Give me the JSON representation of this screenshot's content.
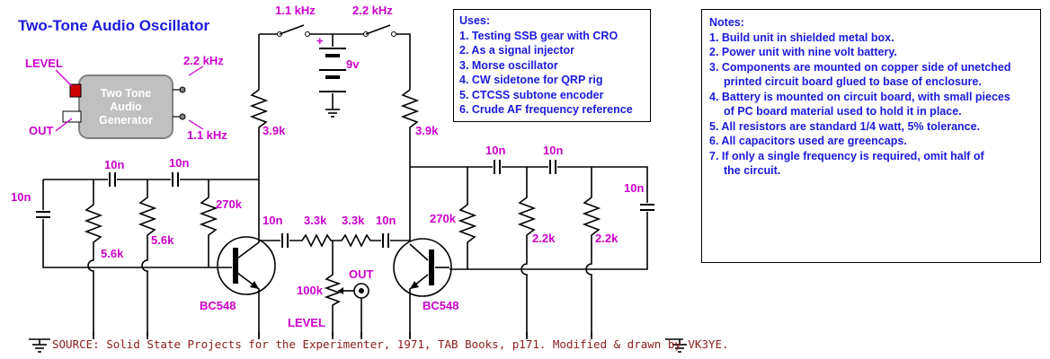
{
  "title": "Two-Tone Audio Oscillator",
  "generator": {
    "body_label": [
      "Two Tone",
      "Audio",
      "Generator"
    ],
    "level_label": "LEVEL",
    "out_label": "OUT",
    "freq_high": "2.2 kHz",
    "freq_low": "1.1 kHz"
  },
  "switches": {
    "left": "1.1 kHz",
    "right": "2.2 kHz"
  },
  "battery": {
    "plus": "+",
    "voltage": "9v"
  },
  "components": {
    "r_left_collector": "3.9k",
    "r_right_collector": "3.9k",
    "c_l1": "10n",
    "c_l2": "10n",
    "c_l3": "10n",
    "r_l_bias": "270k",
    "r_l1": "5.6k",
    "r_l2": "5.6k",
    "c_couple_l": "10n",
    "r_mix1": "3.3k",
    "r_mix2": "3.3k",
    "c_couple_r": "10n",
    "r_r_bias": "270k",
    "c_r1": "10n",
    "c_r2": "10n",
    "c_r3": "10n",
    "r_r1": "2.2k",
    "r_r2": "2.2k",
    "pot": "100k",
    "out_jack": "OUT",
    "level": "LEVEL",
    "q_left": "BC548",
    "q_right": "BC548"
  },
  "uses": {
    "heading": "Uses:",
    "items": [
      "1. Testing SSB gear with CRO",
      "2. As a signal injector",
      "3. Morse oscillator",
      "4. CW sidetone for QRP rig",
      "5. CTCSS subtone encoder",
      "6. Crude AF frequency reference"
    ]
  },
  "notes": {
    "heading": "Notes:",
    "items": [
      "1. Build unit in shielded metal box.",
      "2. Power unit with nine volt battery.",
      "3. Components are mounted on copper side of unetched",
      "printed circuit board glued to base of enclosure.",
      "4. Battery is mounted on circuit board, with small pieces",
      "of PC board material used to hold it in place.",
      "5. All resistors are standard 1/4 watt, 5% tolerance.",
      "6. All capacitors used are greencaps.",
      "7. If only a single frequency is required, omit half of",
      "the circuit."
    ]
  },
  "source": "SOURCE: Solid State Projects for the Experimenter, 1971, TAB Books, p171.  Modified & drawn by VK3YE."
}
